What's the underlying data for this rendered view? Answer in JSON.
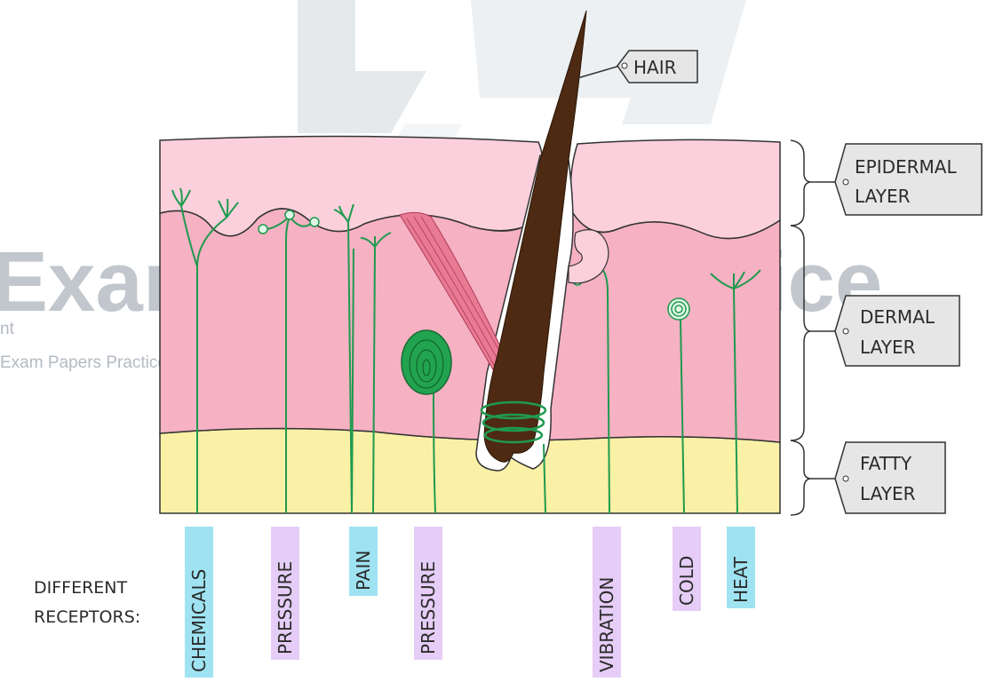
{
  "watermark": {
    "brand_text": "Exam Papers Practice",
    "small_text": "Exam Papers Practice",
    "small_fragment": "nt"
  },
  "labels": {
    "hair": "HAIR",
    "epidermal_line1": "EPIDERMAL",
    "epidermal_line2": "LAYER",
    "dermal_line1": "DERMAL",
    "dermal_line2": "LAYER",
    "fatty_line1": "FATTY",
    "fatty_line2": "LAYER"
  },
  "receptors_title_line1": "DIFFERENT",
  "receptors_title_line2": "RECEPTORS:",
  "receptors": [
    {
      "label": "CHEMICALS",
      "color": "#9fe3f2"
    },
    {
      "label": "PRESSURE",
      "color": "#e5cdf7"
    },
    {
      "label": "PAIN",
      "color": "#9fe3f2"
    },
    {
      "label": "PRESSURE",
      "color": "#e5cdf7"
    },
    {
      "label": "VIBRATION",
      "color": "#e5cdf7"
    },
    {
      "label": "COLD",
      "color": "#e5cdf7"
    },
    {
      "label": "HEAT",
      "color": "#9fe3f2"
    }
  ],
  "colors": {
    "epidermis": "#fbd0dc",
    "dermis": "#f6b1c3",
    "fat": "#faf1a6",
    "hair": "#4e2a12",
    "nerve": "#1f9a4e",
    "muscle": "#e87a93",
    "tag_fill": "#e6e6e6"
  }
}
